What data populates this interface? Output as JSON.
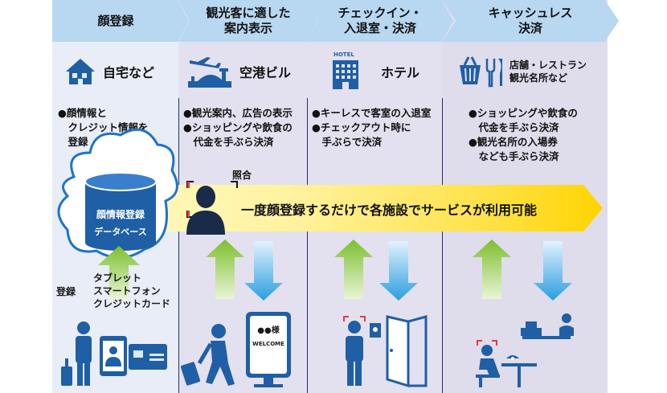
{
  "steps": [
    {
      "title": "顔登録"
    },
    {
      "title": "観光客に適した\n案内表示"
    },
    {
      "title": "チェックイン・\n入退室・決済"
    },
    {
      "title": "キャッシュレス\n決済"
    }
  ],
  "locations": [
    {
      "label": "自宅など",
      "icon": "house-icon"
    },
    {
      "label": "空港ビル",
      "icon": "airport-icon"
    },
    {
      "label": "ホテル",
      "icon": "hotel-icon",
      "sign": "HOTEL"
    },
    {
      "label": "店舗・レストラン\n観光名所など",
      "icon": "shop-icon"
    }
  ],
  "bullets": {
    "home": [
      "●顔情報と",
      "　クレジット情報を",
      "　登録"
    ],
    "airport": [
      "●観光案内、広告の表示",
      "●ショッピングや飲食の",
      "　代金を手ぶら決済"
    ],
    "hotel": [
      "●キーレスで客室の入退室",
      "●チェックアウト時に",
      "　手ぶらで決済"
    ],
    "shop": [
      "●ショッピングや飲食の",
      "　代金を手ぶら決済",
      "●観光名所の入場券",
      "　なども手ぶら決済"
    ]
  },
  "database": {
    "title": "顔情報登録",
    "subtitle": "データベース"
  },
  "verify_label": "照合",
  "banner": "一度顔登録するだけで各施設でサービスが利用可能",
  "registration": {
    "label": "登録",
    "devices": "タブレット\nスマートフォン\nクレジットカード"
  },
  "signage": {
    "top": "●●様",
    "text": "WELCOME"
  },
  "colors": {
    "header": "#b8d7f1",
    "icon_blue": "#1f5fa6",
    "arrow_green": "#8bc63f",
    "arrow_blue": "#2a9ee0",
    "banner_yellow": "#ffd400",
    "cloud_border": "#1e73c8"
  }
}
